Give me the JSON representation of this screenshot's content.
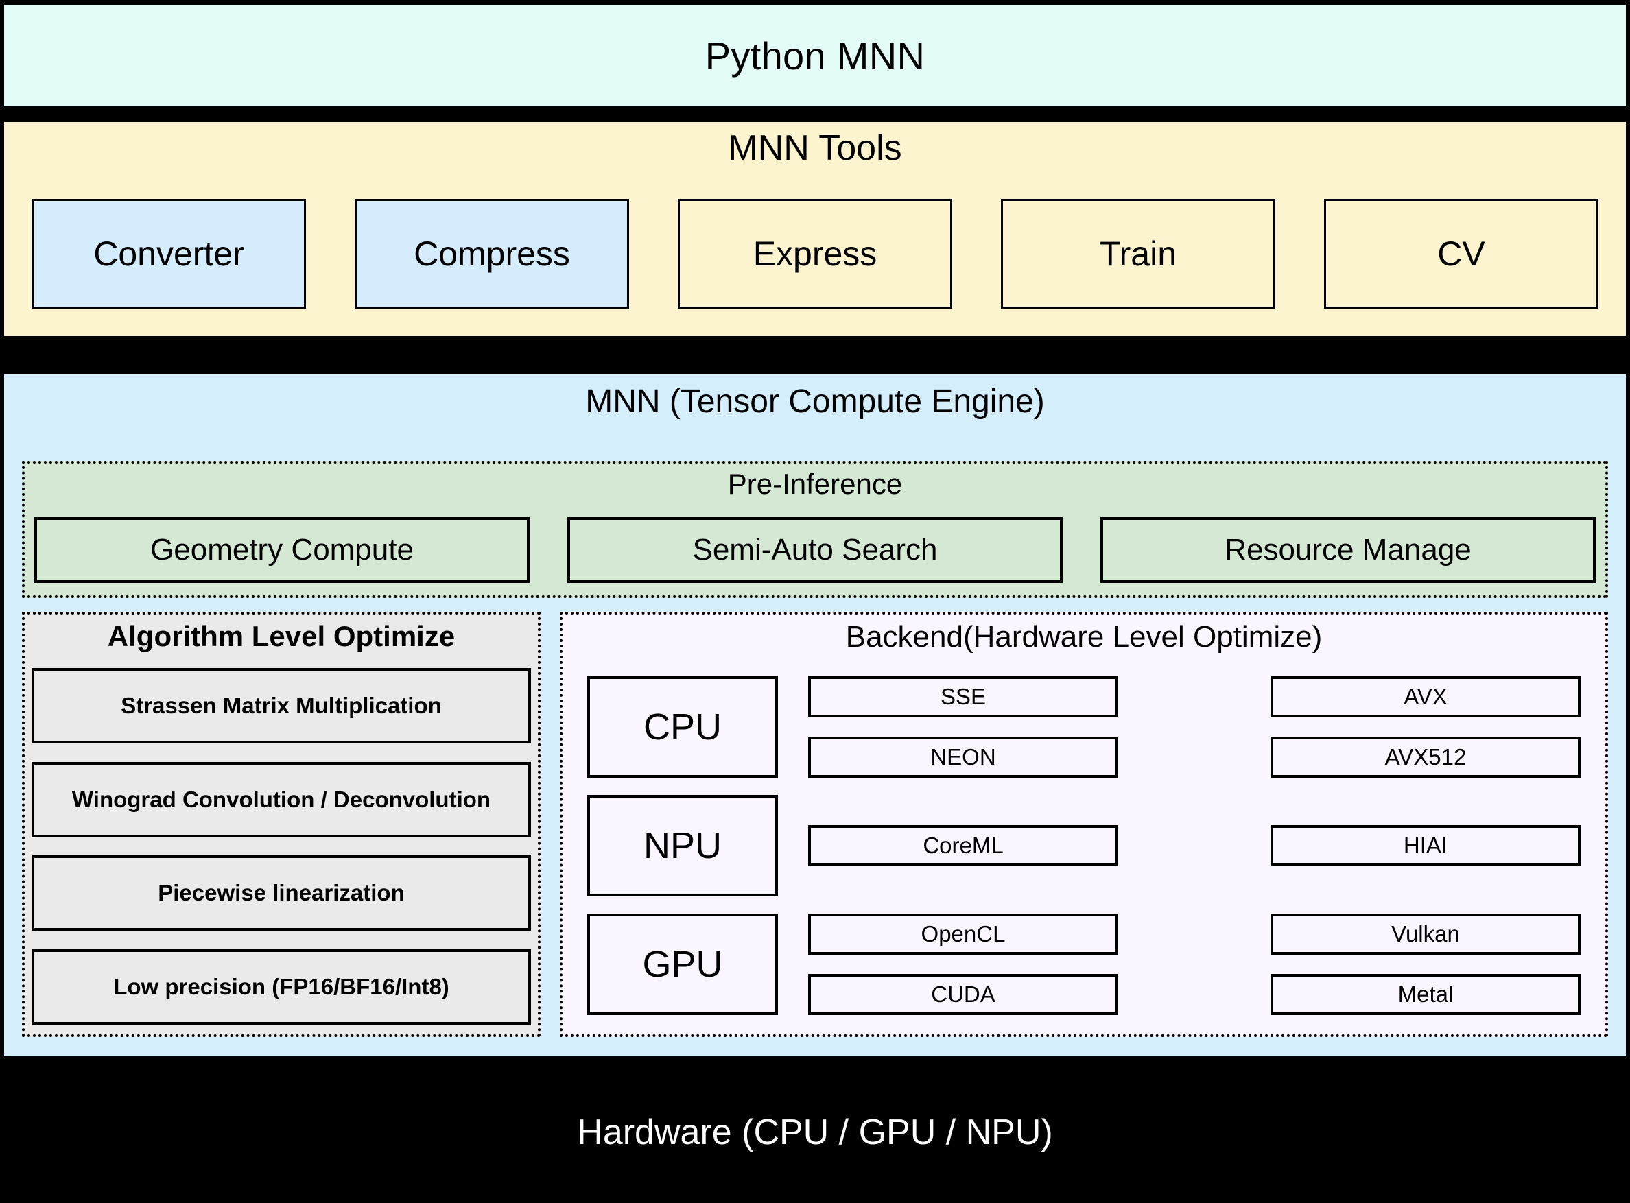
{
  "python_layer": {
    "title": "Python MNN"
  },
  "tools_layer": {
    "title": "MNN Tools",
    "items": [
      {
        "label": "Converter",
        "fill": "#d4ecfb"
      },
      {
        "label": "Compress",
        "fill": "#d4ecfb"
      },
      {
        "label": "Express",
        "fill": "#fcf4cf"
      },
      {
        "label": "Train",
        "fill": "#fcf4cf"
      },
      {
        "label": "CV",
        "fill": "#fcf4cf"
      }
    ]
  },
  "engine_layer": {
    "title": "MNN (Tensor Compute Engine)",
    "pre_inference": {
      "title": "Pre-Inference",
      "items": [
        {
          "label": "Geometry Compute"
        },
        {
          "label": "Semi-Auto Search"
        },
        {
          "label": "Resource Manage"
        }
      ]
    },
    "algorithm_panel": {
      "title": "Algorithm Level Optimize",
      "items": [
        {
          "label": "Strassen Matrix Multiplication"
        },
        {
          "label": "Winograd Convolution / Deconvolution"
        },
        {
          "label": "Piecewise linearization"
        },
        {
          "label": "Low precision (FP16/BF16/Int8)"
        }
      ]
    },
    "backend_panel": {
      "title": "Backend(Hardware Level Optimize)",
      "rows": [
        {
          "hardware": "CPU",
          "left_column": [
            "SSE",
            "NEON"
          ],
          "right_column": [
            "AVX",
            "AVX512"
          ]
        },
        {
          "hardware": "NPU",
          "left_column": [
            "CoreML"
          ],
          "right_column": [
            "HIAI"
          ]
        },
        {
          "hardware": "GPU",
          "left_column": [
            "OpenCL",
            "CUDA"
          ],
          "right_column": [
            "Vulkan",
            "Metal"
          ]
        }
      ]
    }
  },
  "hardware_layer": {
    "title": "Hardware (CPU / GPU / NPU)"
  },
  "colors": {
    "python_band": "#e2fbf7",
    "tools_band": "#fcf4cf",
    "engine_band": "#d4eefc",
    "pre_inference": "#d5e8d4",
    "algorithm_panel": "#eaeaea",
    "backend_panel": "#fbf5ff",
    "tool_highlight": "#d4ecfb",
    "hardware_band": "#000000",
    "hardware_text": "#ffffff"
  }
}
